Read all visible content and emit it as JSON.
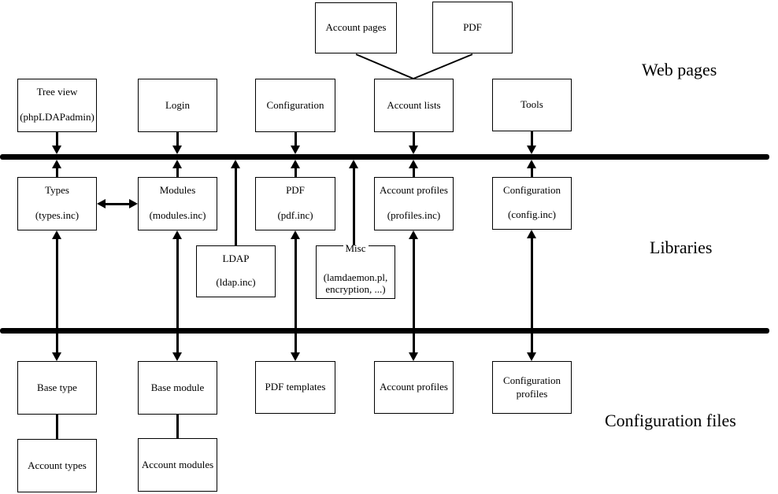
{
  "layer_labels": {
    "web_pages": "Web pages",
    "libraries": "Libraries",
    "configuration_files": "Configuration files"
  },
  "boxes": {
    "account_pages": {
      "title": "Account pages"
    },
    "pdf_page": {
      "title": "PDF"
    },
    "tree_view": {
      "title": "Tree view",
      "subtitle": "(phpLDAPadmin)"
    },
    "login": {
      "title": "Login"
    },
    "configuration_page": {
      "title": "Configuration"
    },
    "account_lists": {
      "title": "Account lists"
    },
    "tools": {
      "title": "Tools"
    },
    "types": {
      "title": "Types",
      "subtitle": "(types.inc)"
    },
    "modules": {
      "title": "Modules",
      "subtitle": "(modules.inc)"
    },
    "pdf_lib": {
      "title": "PDF",
      "subtitle": "(pdf.inc)"
    },
    "account_profiles_lib": {
      "title": "Account profiles",
      "subtitle": "(profiles.inc)"
    },
    "configuration_lib": {
      "title": "Configuration",
      "subtitle": "(config.inc)"
    },
    "ldap": {
      "title": "LDAP",
      "subtitle": "(ldap.inc)"
    },
    "misc": {
      "title": "Misc",
      "subtitle_line1": "(lamdaemon.pl,",
      "subtitle_line2": "encryption, ...)"
    },
    "base_type": {
      "title": "Base type"
    },
    "base_module": {
      "title": "Base module"
    },
    "pdf_templates": {
      "title": "PDF templates"
    },
    "account_profiles_file": {
      "title": "Account profiles"
    },
    "configuration_profiles": {
      "title_line1": "Configuration",
      "title_line2": "profiles"
    },
    "account_types": {
      "title": "Account types"
    },
    "account_modules": {
      "title": "Account modules"
    }
  },
  "edges": [
    {
      "from": "account_pages",
      "to": "account_lists",
      "style": "plain-diagonal"
    },
    {
      "from": "pdf_page",
      "to": "account_lists",
      "style": "plain-diagonal"
    },
    {
      "from": "tree_view",
      "to": "layer-line-1",
      "style": "arrows-into-line-both-sides"
    },
    {
      "from": "login",
      "to": "layer-line-1",
      "style": "arrows-into-line-both-sides"
    },
    {
      "from": "configuration_page",
      "to": "layer-line-1",
      "style": "arrows-into-line-both-sides"
    },
    {
      "from": "account_lists",
      "to": "layer-line-1",
      "style": "arrows-into-line-both-sides"
    },
    {
      "from": "tools",
      "to": "layer-line-1",
      "style": "arrows-into-line-both-sides"
    },
    {
      "from": "types",
      "to": "modules",
      "style": "double-headed-horizontal"
    },
    {
      "from": "ldap",
      "to": "layer-line-1",
      "style": "arrow-up-into-line"
    },
    {
      "from": "misc",
      "to": "layer-line-1",
      "style": "arrow-up-into-line"
    },
    {
      "from": "types",
      "to": "base_type",
      "style": "double-headed-vertical"
    },
    {
      "from": "modules",
      "to": "base_module",
      "style": "double-headed-vertical"
    },
    {
      "from": "pdf_lib",
      "to": "pdf_templates",
      "style": "double-headed-vertical"
    },
    {
      "from": "account_profiles_lib",
      "to": "account_profiles_file",
      "style": "double-headed-vertical"
    },
    {
      "from": "configuration_lib",
      "to": "configuration_profiles",
      "style": "double-headed-vertical"
    },
    {
      "from": "base_type",
      "to": "account_types",
      "style": "plain"
    },
    {
      "from": "base_module",
      "to": "account_modules",
      "style": "plain"
    }
  ]
}
